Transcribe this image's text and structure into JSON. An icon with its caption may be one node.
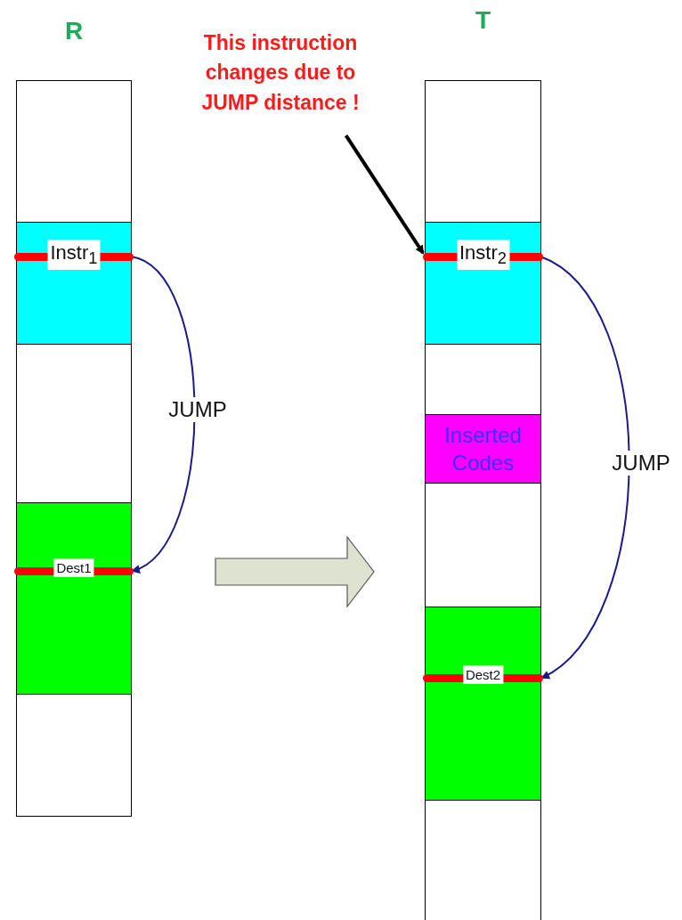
{
  "diagram": {
    "nodes": [
      {
        "text": [
          "R"
        ]
      },
      {
        "text": [
          "Instr$_{1}$"
        ],
        "in": 0
      },
      {
        "text": [
          "Dest1"
        ],
        "in": 0
      },
      {
        "text": [
          "T"
        ]
      },
      {
        "text": [
          "Instr$_{2}$"
        ],
        "in": 3
      },
      {
        "text": [
          "Inserted Codes"
        ],
        "in": 3
      },
      {
        "text": [
          "Dest2"
        ],
        "in": 3
      },
      {
        "text": [
          "This instruction changes due to JUMP distance !"
        ]
      }
    ],
    "edges": [
      {
        "from": 1,
        "to": 2,
        "arrow": "to",
        "label": "JUMP"
      },
      {
        "from": 4,
        "to": 6,
        "arrow": "to",
        "label": "JUMP"
      },
      {
        "from": 7,
        "to": 4,
        "arrow": "to",
        "style": "thick",
        "color": "#000000"
      },
      {
        "from": 0,
        "to": 3,
        "arrow": "to",
        "style": "thick",
        "color": "#dde3d0"
      }
    ]
  }
}
